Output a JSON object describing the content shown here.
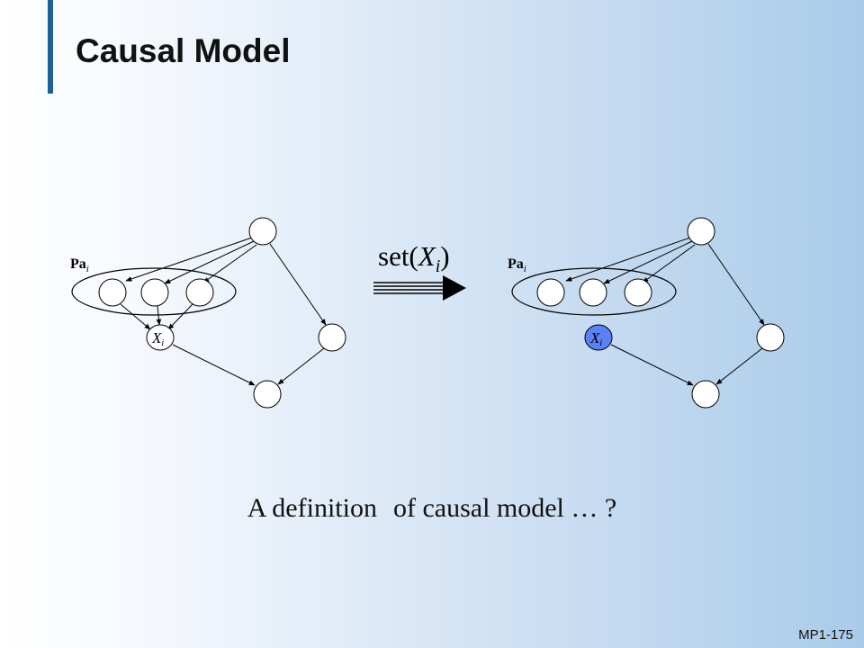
{
  "slide": {
    "title": "Causal Model",
    "number": "MP1-175"
  },
  "diagram": {
    "arrow_label": {
      "prefix": "set(",
      "var": "X",
      "sub": "i",
      "suffix": ")"
    },
    "left_graph": {
      "parents_label": {
        "text": "Pa",
        "sub": "i"
      },
      "target_label": {
        "text": "X",
        "sub": "i"
      }
    },
    "right_graph": {
      "parents_label": {
        "text": "Pa",
        "sub": "i"
      },
      "target_label": {
        "text": "X",
        "sub": "i"
      },
      "highlight_color": "#5b82f5"
    }
  },
  "caption": {
    "part1": "A definition",
    "part2": "of causal model … ?"
  }
}
